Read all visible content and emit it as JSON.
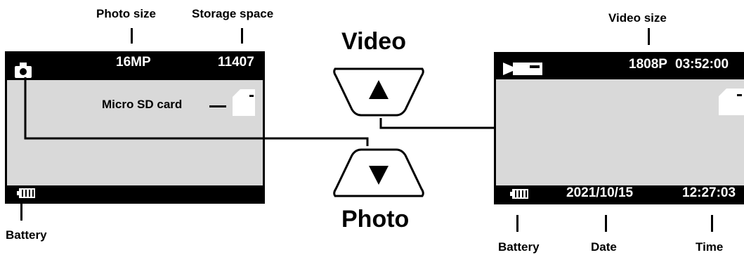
{
  "callouts": {
    "photo_size": "Photo size",
    "storage_space": "Storage space",
    "micro_sd_card": "Micro SD card",
    "battery_left": "Battery",
    "video_size": "Video size",
    "battery_right": "Battery",
    "date": "Date",
    "time": "Time"
  },
  "buttons": {
    "video_label": "Video",
    "photo_label": "Photo",
    "up_icon": "up-triangle-icon",
    "down_icon": "down-triangle-icon"
  },
  "photo_screen": {
    "mode_icon": "camera-icon",
    "photo_size": "16MP",
    "storage_count": "11407",
    "sd_icon": "sd-card-icon",
    "battery_icon": "battery-icon"
  },
  "video_screen": {
    "mode_icon": "video-camera-icon",
    "video_size": "1808P",
    "record_time": "03:52:00",
    "sd_icon": "sd-card-icon",
    "battery_icon": "battery-icon",
    "date": "2021/10/15",
    "time": "12:27:03"
  }
}
